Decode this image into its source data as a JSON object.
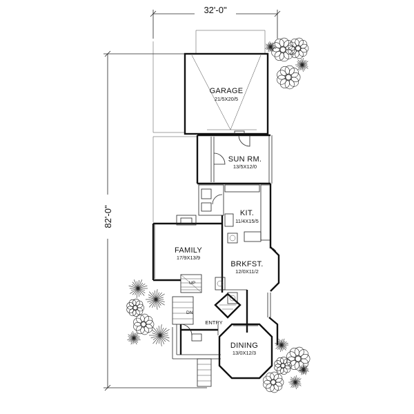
{
  "dimensions": {
    "width": "32'-0\"",
    "depth": "82'-0\""
  },
  "rooms": {
    "garage": {
      "name": "GARAGE",
      "size": "21/5X20/5"
    },
    "sun_room": {
      "name": "SUN RM.",
      "size": "13/5X12/0"
    },
    "kitchen": {
      "name": "KIT.",
      "size": "11/4X15/5"
    },
    "family": {
      "name": "FAMILY",
      "size": "17/9X13/9"
    },
    "breakfast": {
      "name": "BRKFST.",
      "size": "12/0X11/2"
    },
    "entry": {
      "name": "ENTRY"
    },
    "dining": {
      "name": "DINING",
      "size": "13/0X12/3"
    }
  },
  "stair_labels": {
    "up": "UP",
    "down": "DN"
  }
}
